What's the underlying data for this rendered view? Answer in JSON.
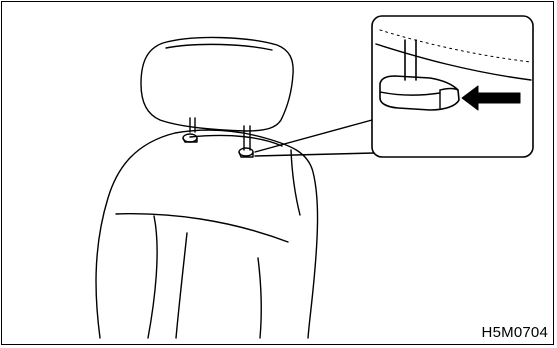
{
  "figure": {
    "code": "H5M0704",
    "stroke_color": "#000000",
    "background_color": "#ffffff",
    "parts": {
      "headrest": "headrest",
      "seat_back": "seat-back",
      "headrest_stays": "headrest-stay",
      "release_button": "headrest-release-button",
      "callout": "detail-callout",
      "arrow": "push-direction-arrow"
    }
  }
}
